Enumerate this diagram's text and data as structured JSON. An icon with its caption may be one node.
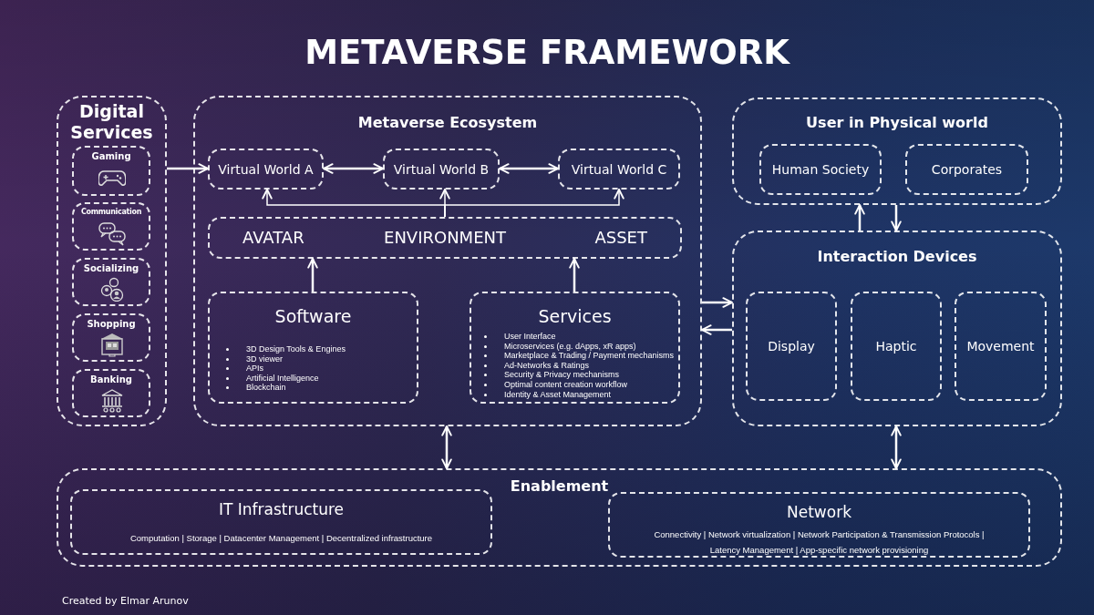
{
  "diagram": {
    "title": "METAVERSE FRAMEWORK",
    "nodes": [
      {
        "text": [
          "Digital Services"
        ]
      },
      {
        "text": [
          "Gaming"
        ],
        "in": 0
      },
      {
        "text": [
          "Communication"
        ],
        "in": 0
      },
      {
        "text": [
          "Socializing"
        ],
        "in": 0
      },
      {
        "text": [
          "Shopping"
        ],
        "in": 0
      },
      {
        "text": [
          "Banking"
        ],
        "in": 0
      },
      {
        "text": [
          "Metaverse Ecosystem"
        ]
      },
      {
        "text": [
          "Virtual World A"
        ],
        "in": 6
      },
      {
        "text": [
          "Virtual World B"
        ],
        "in": 6
      },
      {
        "text": [
          "Virtual World C"
        ],
        "in": 6
      },
      {
        "text": [
          "AVATAR",
          "ENVIRONMENT",
          "ASSET"
        ],
        "in": 6
      },
      {
        "text": [
          "Software",
          "3D Design Tools & Engines",
          "3D viewer",
          "APIs",
          "Artificial Intelligence",
          "Blockchain"
        ],
        "in": 6
      },
      {
        "text": [
          "Services",
          "User Interface",
          "Microservices (e.g. dApps, xR apps)",
          "Marketplace & Trading / Payment mechanisms",
          "Ad-Networks & Ratings",
          "Security & Privacy mechanisms",
          "Optimal content creation workflow",
          "Identity & Asset Management"
        ],
        "in": 6
      },
      {
        "text": [
          "User in Physical world"
        ]
      },
      {
        "text": [
          "Human Society"
        ],
        "in": 13
      },
      {
        "text": [
          "Corporates"
        ],
        "in": 13
      },
      {
        "text": [
          "Interaction Devices"
        ]
      },
      {
        "text": [
          "Display"
        ],
        "in": 16
      },
      {
        "text": [
          "Haptic"
        ],
        "in": 16
      },
      {
        "text": [
          "Movement"
        ],
        "in": 16
      },
      {
        "text": [
          "Enablement"
        ]
      },
      {
        "text": [
          "IT Infrastructure",
          "Computation | Storage | Datacenter Management | Decentralized infrastructure"
        ],
        "in": 20
      },
      {
        "text": [
          "Network",
          "Connectivity | Network virtualization | Network Participation & Transmission Protocols | Latency Management | App-specific network provisioning"
        ],
        "in": 20
      }
    ],
    "edges": [
      {
        "from": 0,
        "to": 7,
        "arrow": "to"
      },
      {
        "from": 7,
        "to": 8,
        "arrow": "both"
      },
      {
        "from": 8,
        "to": 9,
        "arrow": "both"
      },
      {
        "from": 10,
        "to": 7,
        "arrow": "to"
      },
      {
        "from": 10,
        "to": 8,
        "arrow": "to"
      },
      {
        "from": 10,
        "to": 9,
        "arrow": "to"
      },
      {
        "from": 11,
        "to": 10,
        "arrow": "to"
      },
      {
        "from": 12,
        "to": 10,
        "arrow": "to"
      },
      {
        "from": 6,
        "to": 16,
        "arrow": "to"
      },
      {
        "from": 16,
        "to": 6,
        "arrow": "to"
      },
      {
        "from": 16,
        "to": 13,
        "arrow": "to"
      },
      {
        "from": 13,
        "to": 16,
        "arrow": "to"
      },
      {
        "from": 6,
        "to": 20,
        "arrow": "both"
      },
      {
        "from": 16,
        "to": 20,
        "arrow": "both"
      }
    ],
    "labels": [
      "Created by Elmar Arunov"
    ]
  }
}
